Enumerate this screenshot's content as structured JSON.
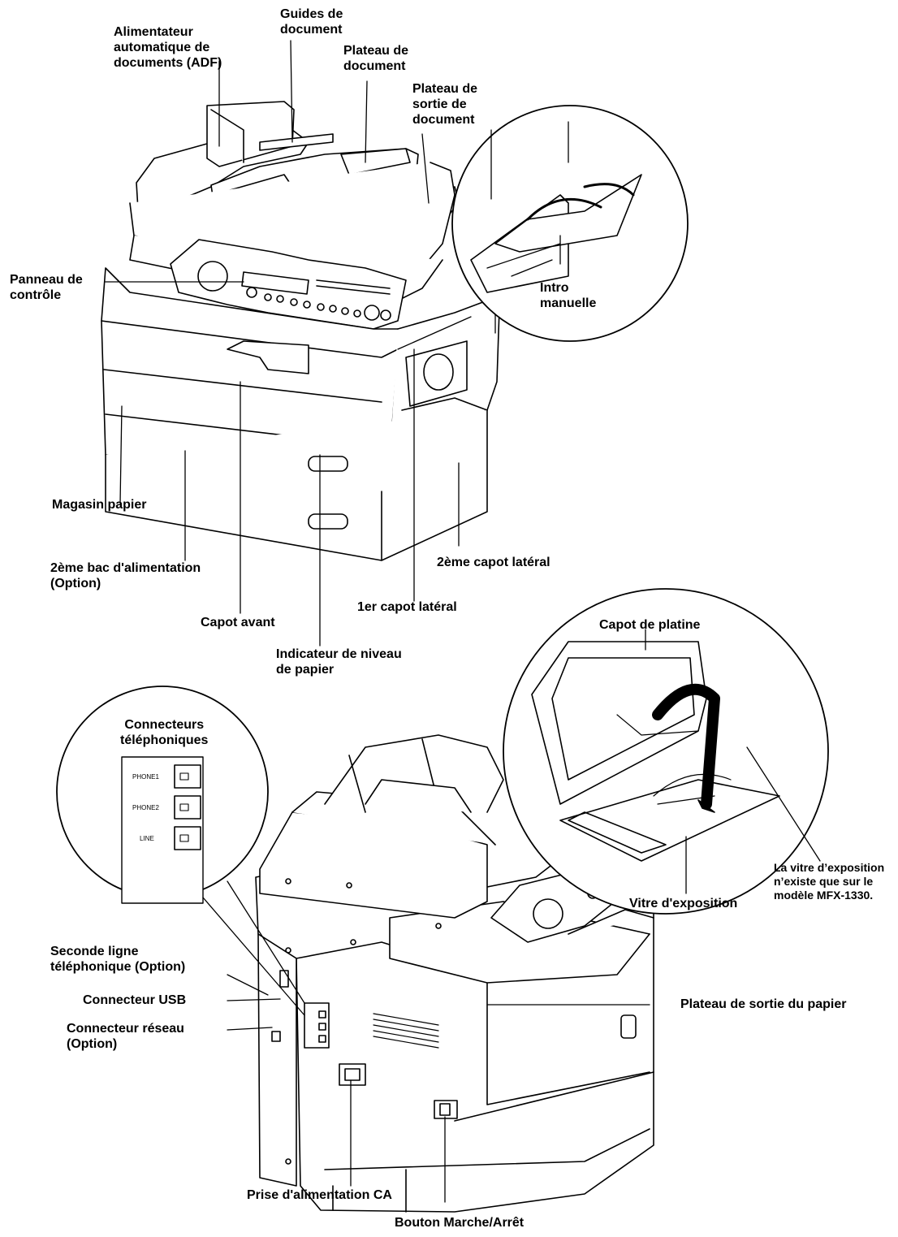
{
  "labels": {
    "adf": "Alimentateur\nautomatique de\ndocuments (ADF)",
    "doc_guides": "Guides de\ndocument",
    "doc_tray": "Plateau de\ndocument",
    "doc_output_tray": "Plateau de\nsortie de\ndocument",
    "control_panel": "Panneau de\ncontrôle",
    "manual_feed": "Intro\nmanuelle",
    "paper_cassette": "Magasin papier",
    "second_tray": "2ème bac d'alimentation\n(Option)",
    "front_cover": "Capot avant",
    "first_side_cover": "1er capot latéral",
    "second_side_cover": "2ème capot latéral",
    "paper_level": "Indicateur de niveau\nde papier",
    "platen_cover": "Capot de platine",
    "glass_note": "La vitre d’exposition\nn’existe que sur le\nmodèle MFX-1330.",
    "exposure_glass": "Vitre d'exposition",
    "phone_connectors": "Connecteurs\ntéléphoniques",
    "second_line": "Seconde ligne\ntéléphonique (Option)",
    "usb": "Connecteur USB",
    "network": "Connecteur réseau\n(Option)",
    "output_tray": "Plateau de sortie du papier",
    "ac_inlet": "Prise d'alimentation CA",
    "power_switch": "Bouton Marche/Arrêt"
  },
  "jacks": {
    "phone1": "PHONE1",
    "phone2": "PHONE2",
    "line": "LINE"
  }
}
